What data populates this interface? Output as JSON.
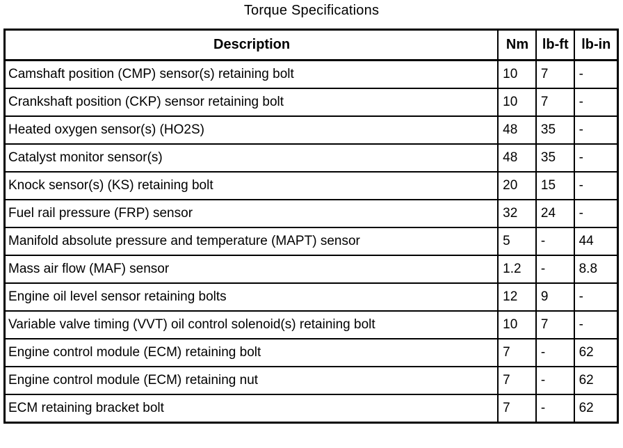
{
  "title": "Torque Specifications",
  "table": {
    "headers": [
      "Description",
      "Nm",
      "lb-ft",
      "lb-in"
    ],
    "rows": [
      [
        "Camshaft position (CMP) sensor(s) retaining bolt",
        "10",
        "7",
        "-"
      ],
      [
        "Crankshaft position (CKP) sensor retaining bolt",
        "10",
        "7",
        "-"
      ],
      [
        "Heated oxygen sensor(s) (HO2S)",
        "48",
        "35",
        "-"
      ],
      [
        "Catalyst monitor sensor(s)",
        "48",
        "35",
        "-"
      ],
      [
        "Knock sensor(s) (KS) retaining bolt",
        "20",
        "15",
        "-"
      ],
      [
        "Fuel rail pressure (FRP) sensor",
        "32",
        "24",
        "-"
      ],
      [
        "Manifold absolute pressure and temperature (MAPT) sensor",
        "5",
        "-",
        "44"
      ],
      [
        "Mass air flow (MAF) sensor",
        "1.2",
        "-",
        "8.8"
      ],
      [
        "Engine oil level sensor retaining bolts",
        "12",
        "9",
        "-"
      ],
      [
        "Variable valve timing (VVT) oil control solenoid(s) retaining bolt",
        "10",
        "7",
        "-"
      ],
      [
        "Engine control module (ECM) retaining bolt",
        "7",
        "-",
        "62"
      ],
      [
        "Engine control module (ECM) retaining nut",
        "7",
        "-",
        "62"
      ],
      [
        "ECM retaining bracket bolt",
        "7",
        "-",
        "62"
      ]
    ]
  },
  "colors": {
    "border": "#000000",
    "text": "#000000",
    "background": "#ffffff"
  }
}
